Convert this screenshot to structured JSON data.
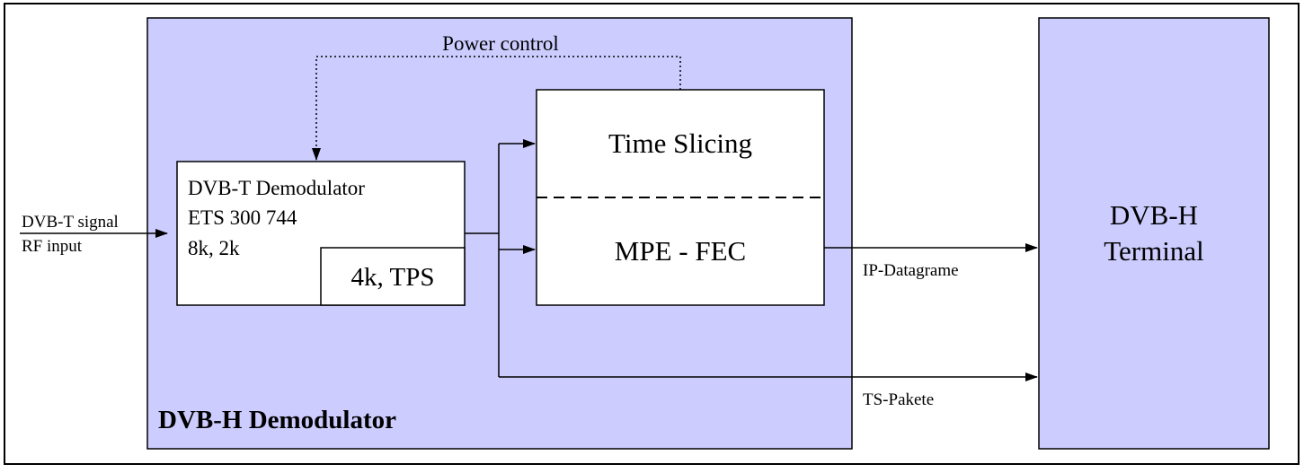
{
  "diagram": {
    "input": {
      "line1": "DVB-T signal",
      "line2": "RF input"
    },
    "power_control": "Power control",
    "demodulator_block": {
      "title": "DVB-H Demodulator",
      "fill": "#ccccff"
    },
    "dvbt_box": {
      "line1": "DVB-T Demodulator",
      "line2": "ETS 300 744",
      "line3": "8k, 2k",
      "sub_label": "4k, TPS"
    },
    "time_slicing": "Time Slicing",
    "mpe_fec": "MPE - FEC",
    "ip_datagrame": "IP-Datagrame",
    "ts_pakete": "TS-Pakete",
    "terminal": {
      "line1": "DVB-H",
      "line2": "Terminal",
      "fill": "#ccccff"
    }
  }
}
